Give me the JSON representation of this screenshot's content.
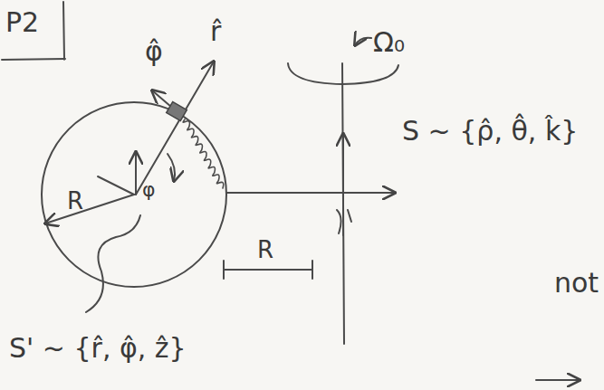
{
  "diagram": {
    "nodes": [
      {
        "text": [
          "P2"
        ]
      }
    ],
    "labels": [
      "Ω₀",
      "S ~ {ρ̂, θ̂, k̂}",
      "φ̂",
      "r̂",
      "φ",
      "R",
      "R",
      "S' ~ {r̂, φ̂, ẑ}",
      "not"
    ]
  }
}
